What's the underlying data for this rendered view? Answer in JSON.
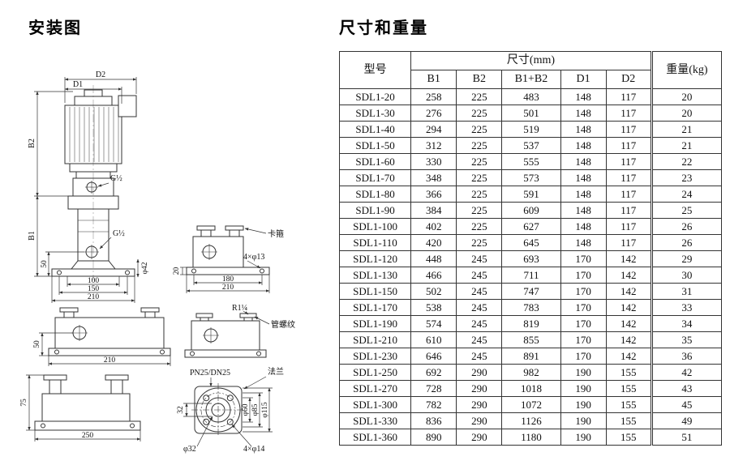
{
  "left": {
    "title": "安装图",
    "labels": {
      "d1": "D1",
      "d2": "D2",
      "b1": "B1",
      "b2": "B2",
      "g_half_top": "G½",
      "g_half_bottom": "G½",
      "dim_50_main": "50",
      "dim_100": "100",
      "dim_150": "150",
      "dim_210_main": "210",
      "phi_42": "φ42",
      "clamp": "卡箍",
      "holes_4x13": "4×φ13",
      "dim_20": "20",
      "dim_180": "180",
      "dim_210_clamp": "210",
      "dim_50_thread": "50",
      "dim_210_thread": "210",
      "r_1_quarter": "R1¼",
      "pipe_thread": "管螺纹",
      "dim_75": "75",
      "dim_250": "250",
      "pn25": "PN25/DN25",
      "flange": "法兰",
      "dim_32": "32",
      "phi_32": "φ32",
      "holes_4x14": "4×φ14",
      "phi_60": "φ60",
      "phi_85": "φ85",
      "phi_115": "φ115"
    }
  },
  "right": {
    "title": "尺寸和重量",
    "table": {
      "model_header": "型号",
      "size_header": "尺寸(mm)",
      "weight_header": "重量(kg)",
      "sub_headers": [
        "B1",
        "B2",
        "B1+B2",
        "D1",
        "D2"
      ],
      "rows": [
        [
          "SDL1-20",
          "258",
          "225",
          "483",
          "148",
          "117",
          "20"
        ],
        [
          "SDL1-30",
          "276",
          "225",
          "501",
          "148",
          "117",
          "20"
        ],
        [
          "SDL1-40",
          "294",
          "225",
          "519",
          "148",
          "117",
          "21"
        ],
        [
          "SDL1-50",
          "312",
          "225",
          "537",
          "148",
          "117",
          "21"
        ],
        [
          "SDL1-60",
          "330",
          "225",
          "555",
          "148",
          "117",
          "22"
        ],
        [
          "SDL1-70",
          "348",
          "225",
          "573",
          "148",
          "117",
          "23"
        ],
        [
          "SDL1-80",
          "366",
          "225",
          "591",
          "148",
          "117",
          "24"
        ],
        [
          "SDL1-90",
          "384",
          "225",
          "609",
          "148",
          "117",
          "25"
        ],
        [
          "SDL1-100",
          "402",
          "225",
          "627",
          "148",
          "117",
          "26"
        ],
        [
          "SDL1-110",
          "420",
          "225",
          "645",
          "148",
          "117",
          "26"
        ],
        [
          "SDL1-120",
          "448",
          "245",
          "693",
          "170",
          "142",
          "29"
        ],
        [
          "SDL1-130",
          "466",
          "245",
          "711",
          "170",
          "142",
          "30"
        ],
        [
          "SDL1-150",
          "502",
          "245",
          "747",
          "170",
          "142",
          "31"
        ],
        [
          "SDL1-170",
          "538",
          "245",
          "783",
          "170",
          "142",
          "33"
        ],
        [
          "SDL1-190",
          "574",
          "245",
          "819",
          "170",
          "142",
          "34"
        ],
        [
          "SDL1-210",
          "610",
          "245",
          "855",
          "170",
          "142",
          "35"
        ],
        [
          "SDL1-230",
          "646",
          "245",
          "891",
          "170",
          "142",
          "36"
        ],
        [
          "SDL1-250",
          "692",
          "290",
          "982",
          "190",
          "155",
          "42"
        ],
        [
          "SDL1-270",
          "728",
          "290",
          "1018",
          "190",
          "155",
          "43"
        ],
        [
          "SDL1-300",
          "782",
          "290",
          "1072",
          "190",
          "155",
          "45"
        ],
        [
          "SDL1-330",
          "836",
          "290",
          "1126",
          "190",
          "155",
          "49"
        ],
        [
          "SDL1-360",
          "890",
          "290",
          "1180",
          "190",
          "155",
          "51"
        ]
      ]
    }
  }
}
